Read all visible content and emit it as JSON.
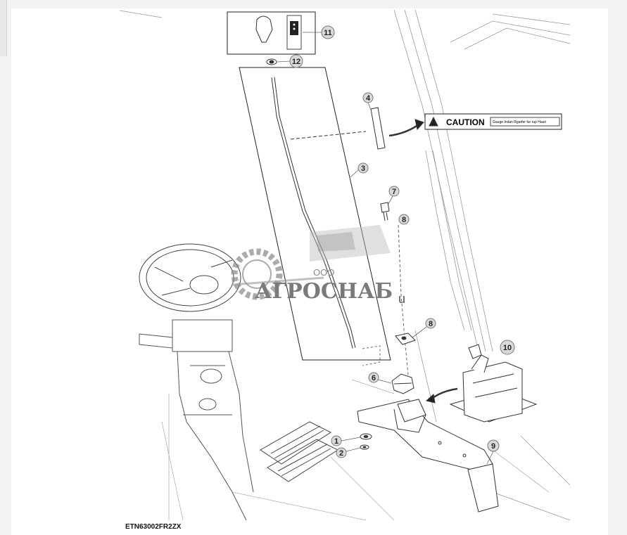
{
  "diagram": {
    "callouts": [
      {
        "id": "1",
        "label": "1"
      },
      {
        "id": "2",
        "label": "2"
      },
      {
        "id": "3",
        "label": "3"
      },
      {
        "id": "4",
        "label": "4"
      },
      {
        "id": "6",
        "label": "6"
      },
      {
        "id": "7",
        "label": "7"
      },
      {
        "id": "8a",
        "label": "8"
      },
      {
        "id": "8b",
        "label": "8"
      },
      {
        "id": "9",
        "label": "9"
      },
      {
        "id": "10",
        "label": "10"
      },
      {
        "id": "11",
        "label": "11"
      },
      {
        "id": "12",
        "label": "12"
      }
    ],
    "caution_label": "CAUTION",
    "caution_small": "Gauge Indan Rgarfer fur rup Hauri",
    "figure_code": "ETN63002FR2ZX"
  },
  "watermark": {
    "company_prefix": "ООО",
    "company_name": "АГРОСНАБ",
    "suffix": "u"
  }
}
